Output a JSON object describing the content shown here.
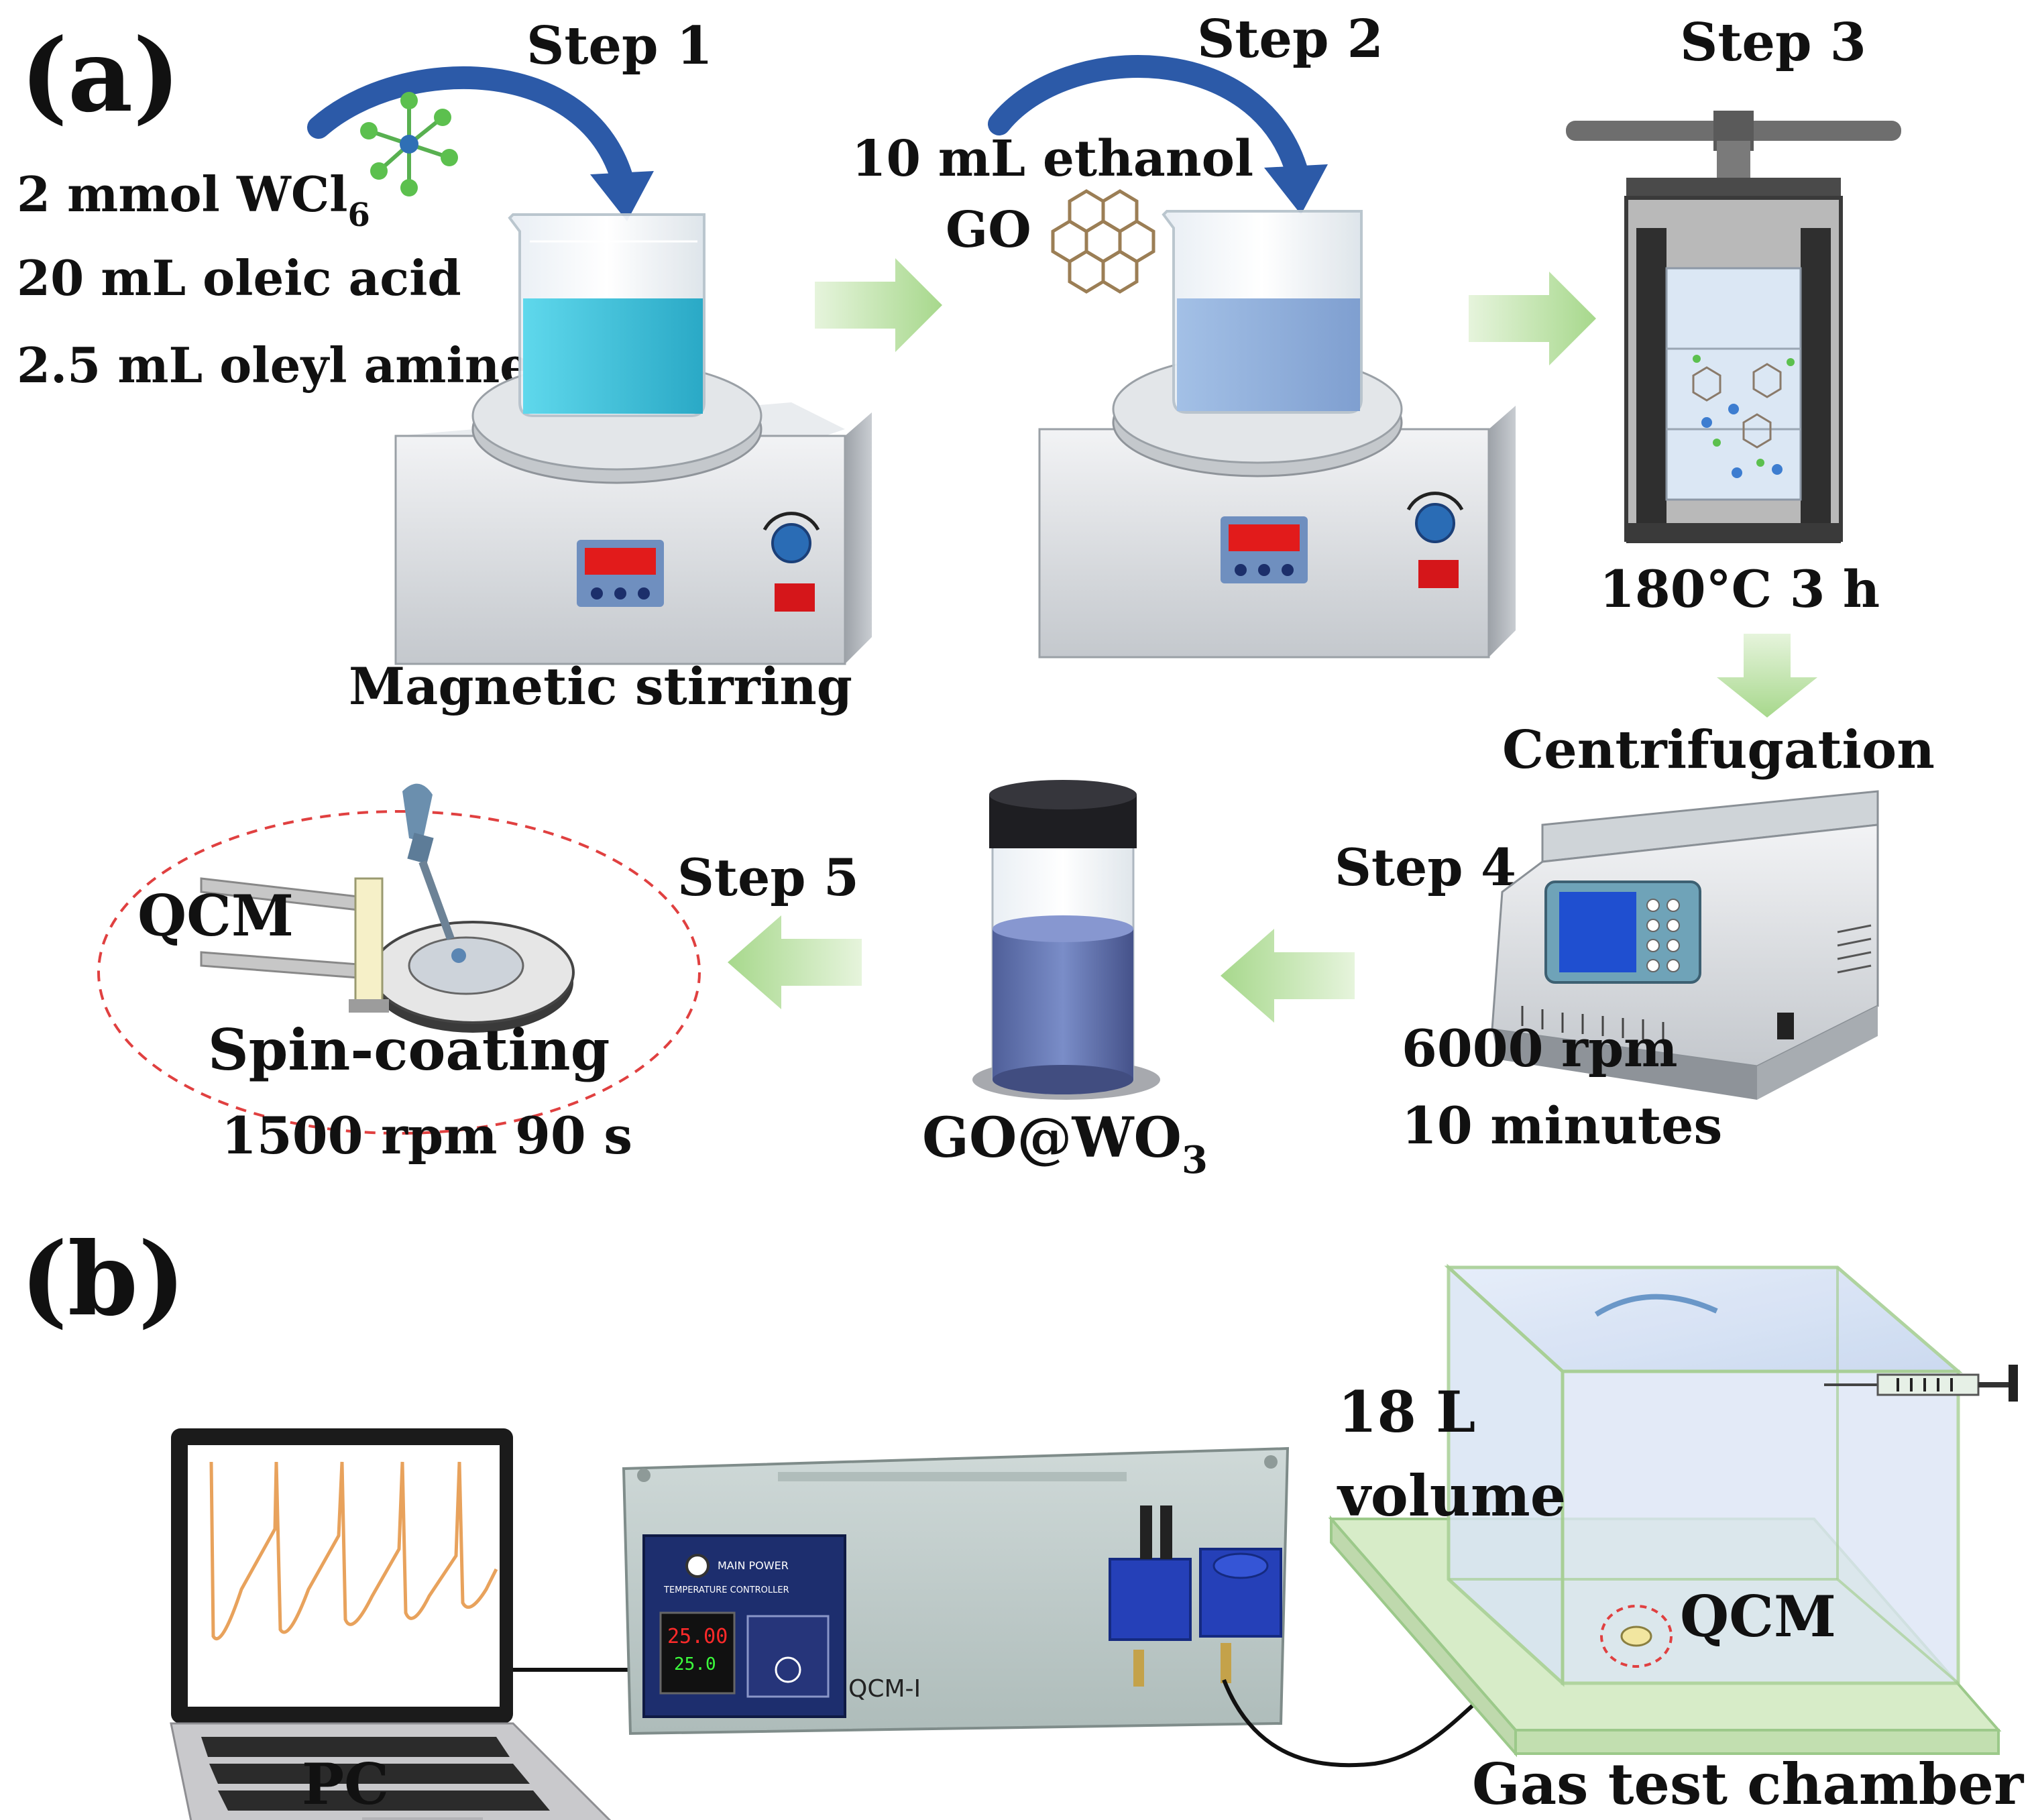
{
  "panel_a": {
    "label": "(a)",
    "step1": {
      "title": "Step 1",
      "reagent1_main": "2 mmol WCl",
      "reagent1_sub": "6",
      "reagent2": "20 mL oleic acid",
      "reagent3": "2.5 mL oleyl amine",
      "caption": "Magnetic stirring"
    },
    "step2": {
      "title": "Step 2",
      "reagent1": "10 mL ethanol",
      "reagent2": "GO"
    },
    "step3": {
      "title": "Step 3",
      "condition": "180°C 3 h"
    },
    "step4": {
      "title": "Step 4",
      "caption": "Centrifugation",
      "speed": "6000 rpm",
      "time": "10 minutes"
    },
    "product": {
      "main": "GO@WO",
      "sub": "3"
    },
    "step5": {
      "title": "Step 5",
      "device": "QCM",
      "caption": "Spin-coating",
      "condition": "1500 rpm 90 s"
    }
  },
  "panel_b": {
    "label": "(b)",
    "pc": "PC",
    "instrument_name": "QCM-I",
    "panel_title": "MAIN POWER",
    "controller_title": "TEMPERATURE CONTROLLER",
    "display_top": "25.00",
    "display_bottom": "25.0",
    "volume_line1": "18 L",
    "volume_line2": "volume",
    "sensor": "QCM",
    "chamber": "Gas test chamber"
  },
  "colors": {
    "arrow_green": "#b9e0a5",
    "curve_arrow_blue": "#2c5aa8",
    "liquid_cyan": "#3cc4dc",
    "liquid_blue": "#8fb0dc",
    "red_dash": "#e04040",
    "chamber_green": "#cfe8c0"
  }
}
